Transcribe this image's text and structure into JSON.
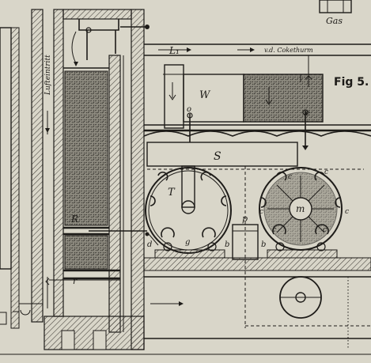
{
  "labels": {
    "gas": "Gas",
    "coke_tower": "v.d. Cokethurm",
    "fig": "Fig 5.",
    "air_inlet": "Lufteintritt",
    "L1": "L₁",
    "W": "W",
    "o": "o",
    "e": "e",
    "S": "S",
    "T": "T",
    "R": "R",
    "r": "r",
    "p": "p",
    "d": "d",
    "g": "g",
    "b1": "b",
    "b2": "b",
    "m": "m",
    "c1": "c",
    "c2": "c",
    "c3": "c",
    "c4": "c",
    "c5": "c",
    "c6": "c"
  },
  "colors": {
    "paper": "#d9d6c9",
    "ink": "#1e1c19",
    "fill_texture": "#7a776c",
    "hatch": "#4a4740"
  }
}
